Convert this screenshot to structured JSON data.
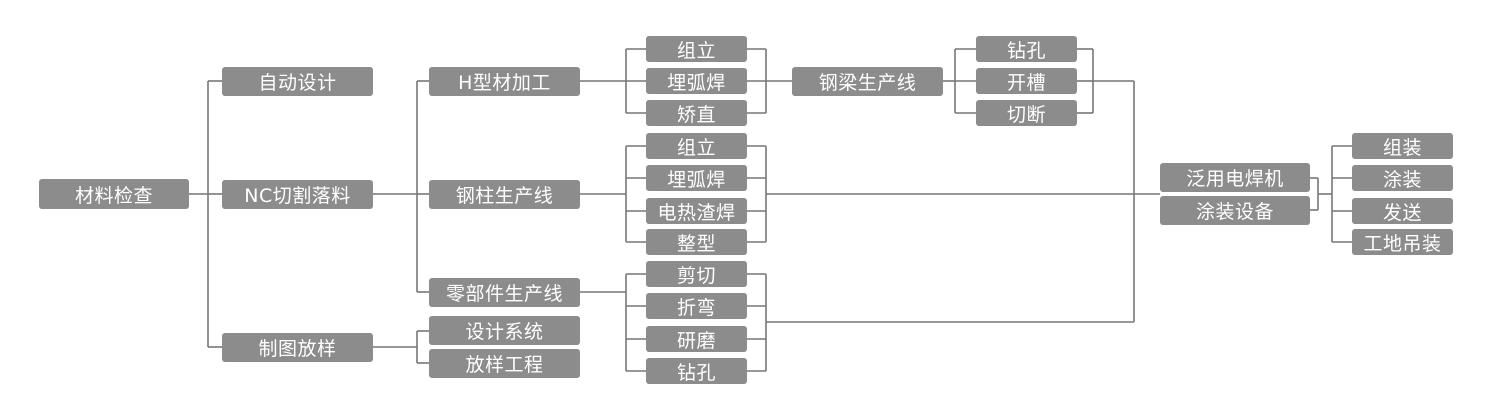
{
  "colors": {
    "node_fill": "#8c8c8c",
    "node_text": "#ffffff",
    "line": "#777777"
  },
  "nodes": {
    "material_inspection": "材料检查",
    "auto_design": "自动设计",
    "nc_cutting": "NC切割落料",
    "drawing_layout": "制图放样",
    "h_beam_processing": "H型材加工",
    "column_line": "钢柱生产线",
    "parts_line": "零部件生产线",
    "design_system": "设计系统",
    "layout_engineering": "放样工程",
    "h_assembly": "组立",
    "h_saw": "埋弧焊",
    "h_straighten": "矫直",
    "col_assembly": "组立",
    "col_saw": "埋弧焊",
    "col_electroslag": "电热渣焊",
    "col_shaping": "整型",
    "parts_shear": "剪切",
    "parts_bend": "折弯",
    "parts_grind": "研磨",
    "parts_drill": "钻孔",
    "beam_line": "钢梁生产线",
    "beam_drill": "钻孔",
    "beam_slot": "开槽",
    "beam_cutoff": "切断",
    "general_welder": "泛用电焊机",
    "coating_equipment": "涂装设备",
    "final_assembly": "组装",
    "final_coating": "涂装",
    "final_shipping": "发送",
    "site_hoisting": "工地吊装"
  }
}
